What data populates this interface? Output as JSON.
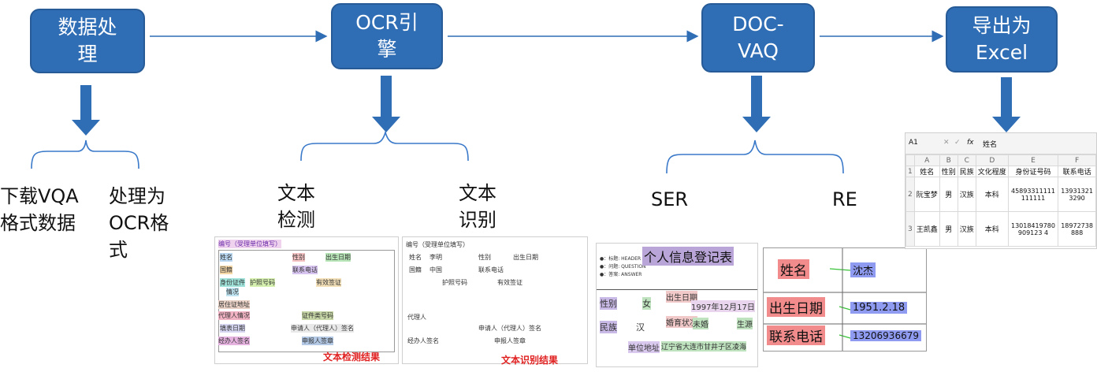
{
  "stages": [
    {
      "id": "data",
      "label": "数据处\n理"
    },
    {
      "id": "ocr",
      "label": "OCR引\n擎"
    },
    {
      "id": "docvqa",
      "label": "DOC-\nVAQ"
    },
    {
      "id": "export",
      "label": "导出为\nExcel"
    }
  ],
  "sublabels": {
    "download": "下载VQA\n格式数据",
    "process": "处理为\nOCR格\n式",
    "det": "文本\n检测",
    "rec": "文本\n识别",
    "ser": "SER",
    "re": "RE"
  },
  "captions": {
    "det_result": "文本检测结果",
    "rec_result": "文本识别结果"
  },
  "det_form": {
    "title": "编号（受理单位填写）",
    "fields": [
      "姓名",
      "性别",
      "出生日期",
      "国籍",
      "联系电话",
      "身份证件",
      "护照号码",
      "有效签证",
      "情况",
      "居住证地址",
      "代理人情况",
      "证件类号码",
      "填表日期",
      "申请人（代理人）签名",
      "经办人签名",
      "申报人签章"
    ]
  },
  "rec_form": {
    "fields": [
      "编号（受理单位填写）",
      "姓名",
      "李明",
      "性别",
      "出生日期",
      "国籍",
      "中国",
      "联系电话",
      "护照号码",
      "有效签证",
      "代理人",
      "申请人（代理人）签名",
      "经办人签名",
      "申报人签章"
    ]
  },
  "ser": {
    "legend": [
      "●：标题:  HEADER",
      "●：问题:  QUESTION",
      "●：答案:  ANSWER"
    ],
    "title": "个人信息登记表",
    "cells": [
      "性别",
      "女",
      "出生日期",
      "1997年12月17日",
      "民族",
      "汉",
      "婚育状况",
      "未婚",
      "生源",
      "单位地址",
      "辽宁省大连市甘井子区凌海"
    ]
  },
  "re": {
    "pairs": [
      {
        "key": "姓名",
        "value": "沈杰"
      },
      {
        "key": "出生日期",
        "value": "1951.2.18"
      },
      {
        "key": "联系电话",
        "value": "13206936679"
      }
    ]
  },
  "excel": {
    "cell_ref": "A1",
    "fx": "fx",
    "formula": "姓名",
    "col_letters": [
      "A",
      "B",
      "C",
      "D",
      "E",
      "F"
    ],
    "headers": [
      "姓名",
      "性别",
      "民族",
      "文化程度",
      "身份证号码",
      "联系电话"
    ],
    "rows": [
      [
        "阮宝梦",
        "男",
        "汉族",
        "本科",
        "45893311111111111",
        "139313213290"
      ],
      [
        "王凯鑫",
        "男",
        "汉族",
        "本科",
        "13018419780909123 4",
        "18972738888"
      ]
    ],
    "row_numbers": [
      "1",
      "2",
      "3"
    ]
  },
  "colors": {
    "box": "#2f6db5",
    "arrow": "#2f6db5",
    "caption": "#e02020"
  }
}
